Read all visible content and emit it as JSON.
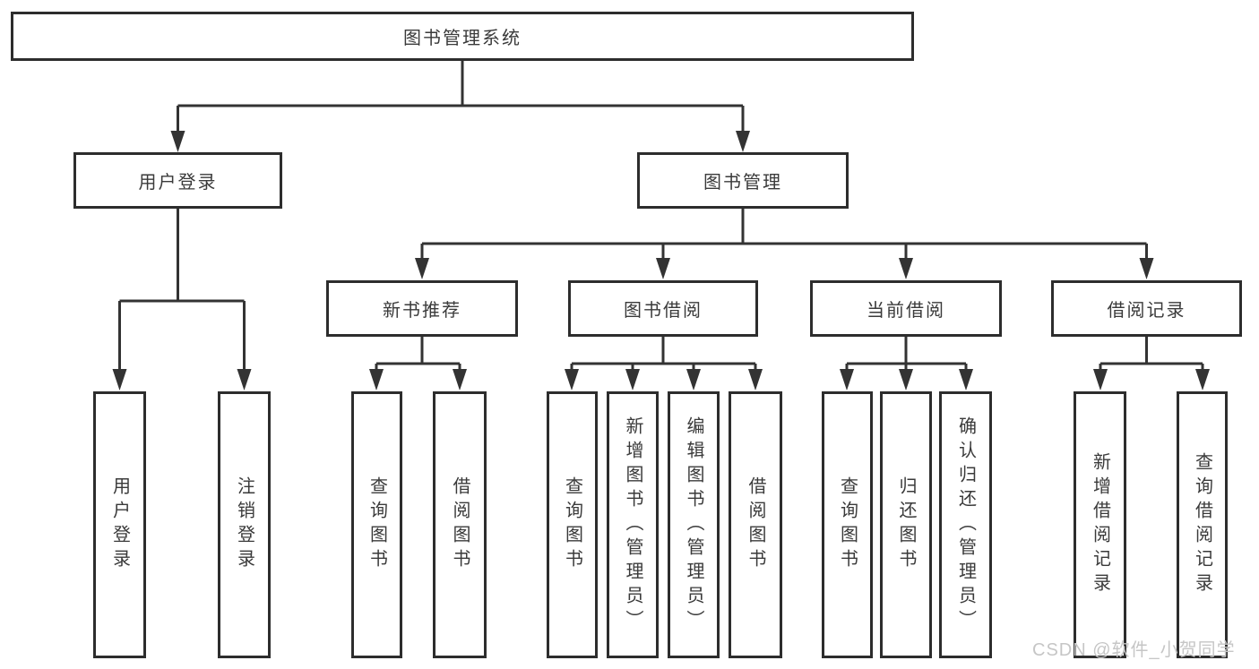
{
  "diagram": {
    "watermark": "CSDN @软件_小贺同学",
    "colors": {
      "line": "#333333",
      "box_border": "#2d2d2d",
      "text": "#3a3a3a",
      "watermark": "#c6c6c6",
      "background": "#ffffff"
    },
    "tree": {
      "root": {
        "label": "图书管理系统",
        "children": [
          {
            "label": "用户登录",
            "children": [
              {
                "label": "用户登录"
              },
              {
                "label": "注销登录"
              }
            ]
          },
          {
            "label": "图书管理",
            "children": [
              {
                "label": "新书推荐",
                "children": [
                  {
                    "label": "查询图书"
                  },
                  {
                    "label": "借阅图书"
                  }
                ]
              },
              {
                "label": "图书借阅",
                "children": [
                  {
                    "label": "查询图书"
                  },
                  {
                    "label": "新增图书（管理员）"
                  },
                  {
                    "label": "编辑图书（管理员）"
                  },
                  {
                    "label": "借阅图书"
                  }
                ]
              },
              {
                "label": "当前借阅",
                "children": [
                  {
                    "label": "查询图书"
                  },
                  {
                    "label": "归还图书"
                  },
                  {
                    "label": "确认归还（管理员）"
                  }
                ]
              },
              {
                "label": "借阅记录",
                "children": [
                  {
                    "label": "新增借阅记录"
                  },
                  {
                    "label": "查询借阅记录"
                  }
                ]
              }
            ]
          }
        ]
      }
    }
  }
}
